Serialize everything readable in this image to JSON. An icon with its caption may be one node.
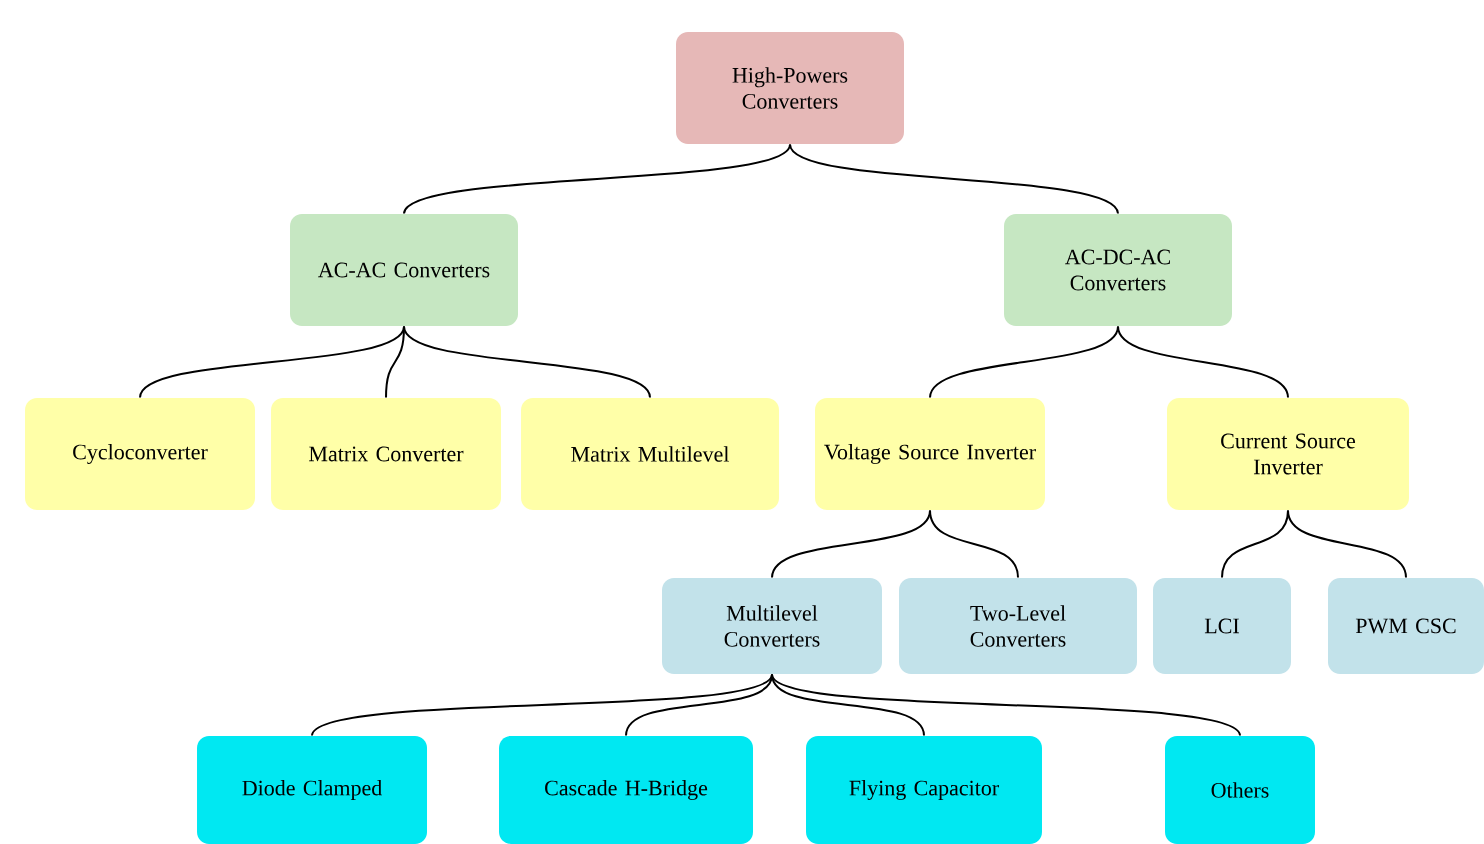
{
  "diagram": {
    "nodes": [
      {
        "text": [
          "High-Powers Converters"
        ]
      },
      {
        "text": [
          "AC-AC Converters"
        ]
      },
      {
        "text": [
          "AC-DC-AC Converters"
        ]
      },
      {
        "text": [
          "Cycloconverter"
        ]
      },
      {
        "text": [
          "Matrix Converter"
        ]
      },
      {
        "text": [
          "Matrix Multilevel"
        ]
      },
      {
        "text": [
          "Voltage Source Inverter"
        ]
      },
      {
        "text": [
          "Current Source Inverter"
        ]
      },
      {
        "text": [
          "Multilevel Converters"
        ]
      },
      {
        "text": [
          "Two-Level Converters"
        ]
      },
      {
        "text": [
          "LCI"
        ]
      },
      {
        "text": [
          "PWM CSC"
        ]
      },
      {
        "text": [
          "Diode Clamped"
        ]
      },
      {
        "text": [
          "Cascade H-Bridge"
        ]
      },
      {
        "text": [
          "Flying Capacitor"
        ]
      },
      {
        "text": [
          "Others"
        ]
      }
    ],
    "edges": [
      {
        "from": 0,
        "to": 1,
        "arrow": "none"
      },
      {
        "from": 0,
        "to": 2,
        "arrow": "none"
      },
      {
        "from": 1,
        "to": 3,
        "arrow": "none"
      },
      {
        "from": 1,
        "to": 4,
        "arrow": "none"
      },
      {
        "from": 1,
        "to": 5,
        "arrow": "none"
      },
      {
        "from": 2,
        "to": 6,
        "arrow": "none"
      },
      {
        "from": 2,
        "to": 7,
        "arrow": "none"
      },
      {
        "from": 6,
        "to": 8,
        "arrow": "none"
      },
      {
        "from": 6,
        "to": 9,
        "arrow": "none"
      },
      {
        "from": 7,
        "to": 10,
        "arrow": "none"
      },
      {
        "from": 7,
        "to": 11,
        "arrow": "none"
      },
      {
        "from": 8,
        "to": 12,
        "arrow": "none"
      },
      {
        "from": 8,
        "to": 13,
        "arrow": "none"
      },
      {
        "from": 8,
        "to": 14,
        "arrow": "none"
      },
      {
        "from": 8,
        "to": 15,
        "arrow": "none"
      }
    ]
  }
}
